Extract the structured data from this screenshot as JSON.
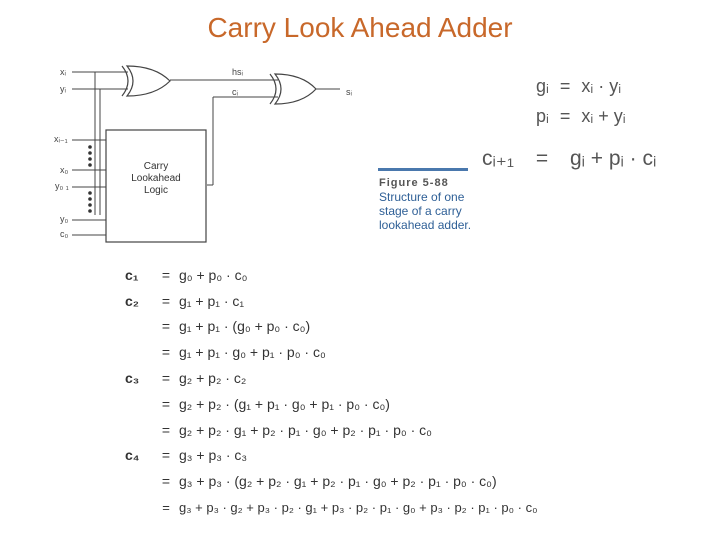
{
  "title": "Carry Look Ahead Adder",
  "diagram": {
    "inputs": [
      "xᵢ",
      "yᵢ",
      "xᵢ₋₁",
      "x₀",
      "y₀ ₁",
      "y₀",
      "c₀"
    ],
    "hs_label": "hsᵢ",
    "c_label": "cᵢ",
    "s_label": "sᵢ",
    "block_lines": [
      "Carry",
      "Lookahead",
      "Logic"
    ]
  },
  "figure": {
    "head": "Figure 5-88",
    "lines": [
      "Structure of one",
      "stage of a carry",
      "lookahead adder."
    ]
  },
  "definitions": {
    "g": {
      "lhs": "gᵢ",
      "op": "=",
      "rhs": "xᵢ · yᵢ"
    },
    "p": {
      "lhs": "pᵢ",
      "op": "=",
      "rhs": "xᵢ + yᵢ"
    },
    "c": {
      "lhs": "cᵢ₊₁",
      "op": "=",
      "rhs": "gᵢ + pᵢ · cᵢ"
    }
  },
  "equations": [
    {
      "lhs": "c₁",
      "op": "=",
      "rhs": "g₀ + p₀ · c₀"
    },
    {
      "lhs": "c₂",
      "op": "=",
      "rhs": "g₁ + p₁ · c₁"
    },
    {
      "lhs": "",
      "op": "=",
      "rhs": "g₁ + p₁ · (g₀ + p₀ · c₀)"
    },
    {
      "lhs": "",
      "op": "=",
      "rhs": "g₁ + p₁ · g₀ + p₁ · p₀ · c₀"
    },
    {
      "lhs": "c₃",
      "op": "=",
      "rhs": "g₂ + p₂ · c₂"
    },
    {
      "lhs": "",
      "op": "=",
      "rhs": "g₂ + p₂ · (g₁ + p₁ · g₀ + p₁ · p₀ · c₀)"
    },
    {
      "lhs": "",
      "op": "=",
      "rhs": "g₂ + p₂ · g₁ + p₂ · p₁ · g₀ + p₂ · p₁ · p₀ · c₀"
    },
    {
      "lhs": "c₄",
      "op": "=",
      "rhs": "g₃ + p₃ · c₃"
    },
    {
      "lhs": "",
      "op": "=",
      "rhs": "g₃ + p₃ · (g₂ + p₂ · g₁ + p₂ · p₁ · g₀ + p₂ · p₁ · p₀ · c₀)"
    },
    {
      "lhs": "",
      "op": "=",
      "rhs": "g₃ + p₃ · g₂ + p₃ · p₂ · g₁ + p₃ · p₂ · p₁ · g₀ + p₃ · p₂ · p₁ · p₀ · c₀"
    }
  ],
  "colors": {
    "title": "#c8682a",
    "caption": "#2e5f96",
    "caption_bar": "#4a78ad"
  }
}
